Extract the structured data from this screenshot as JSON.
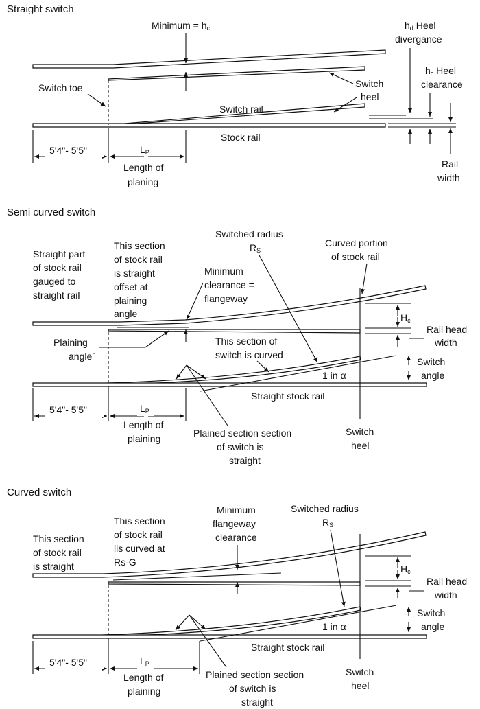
{
  "straight": {
    "title": "Straight switch",
    "minimum": "Minimum = h",
    "minimum_sub": "c",
    "hd_letter": "h",
    "hd_sub": "d",
    "hd_text": " Heel",
    "hd_text2": "divergance",
    "hc_letter": "h",
    "hc_sub": "c",
    "hc_text": " Heel",
    "hc_text2": "clearance",
    "switch_toe": "Switch toe",
    "switch_heel_1": "Switch",
    "switch_heel_2": "heel",
    "switch_rail": "Switch rail",
    "stock_rail": "Stock rail",
    "dim_left": "5'4\"- 5'5\"",
    "lp_letter": "L",
    "lp_sub": "P",
    "lp_text_1": "Length of",
    "lp_text_2": "planing",
    "rail_width_1": "Rail",
    "rail_width_2": "width"
  },
  "semi": {
    "title": "Semi curved switch",
    "straight_part_1": "Straight part",
    "straight_part_2": "of stock rail",
    "straight_part_3": "gauged to",
    "straight_part_4": "straight rail",
    "section_1": "This section",
    "section_2": "of stock rail",
    "section_3": "is straight",
    "section_4": "offset at",
    "section_5": "plaining",
    "section_6": "angle",
    "switched_radius": "Switched radius",
    "rs_letter": "R",
    "rs_sub": "S",
    "curved_portion_1": "Curved portion",
    "curved_portion_2": "of stock rail",
    "min_clear_1": "Minimum",
    "min_clear_2": "clearance =",
    "min_clear_3": "flangeway",
    "hc_letter": "H",
    "hc_sub": "c",
    "rail_head_1": "Rail head",
    "rail_head_2": "width",
    "plaining_angle_1": "Plaining",
    "plaining_angle_2": "angle`",
    "switch_curved_1": "This section of",
    "switch_curved_2": "switch is curved",
    "switch_angle_1": "Switch",
    "switch_angle_2": "angle",
    "one_in_alpha": "1 in α",
    "straight_stock_rail": "Straight stock rail",
    "dim_left": "5'4\"- 5'5\"",
    "lp_letter": "L",
    "lp_sub": "P",
    "lp_text_1": "Length of",
    "lp_text_2": "plaining",
    "plained_1": "Plained section section",
    "plained_2": "of switch is",
    "plained_3": "straight",
    "switch_heel_1": "Switch",
    "switch_heel_2": "heel"
  },
  "curved": {
    "title": "Curved switch",
    "straight_1": "This section",
    "straight_2": "of stock rail",
    "straight_3": "is straight",
    "section_1": "This section",
    "section_2": "of stock rail",
    "section_3": "lis curved at",
    "section_4": "Rs-G",
    "min_flange_1": "Minimum",
    "min_flange_2": "flangeway",
    "min_flange_3": "clearance",
    "switched_radius": "Switched radius",
    "rs_letter": "R",
    "rs_sub": "S",
    "hc_letter": "H",
    "hc_sub": "c",
    "rail_head_1": "Rail head",
    "rail_head_2": "width",
    "switch_angle_1": "Switch",
    "switch_angle_2": "angle",
    "one_in_alpha": "1 in α",
    "straight_stock_rail": "Straight stock rail",
    "dim_left": "5'4\"- 5'5\"",
    "lp_letter": "L",
    "lp_sub": "P",
    "lp_text_1": "Length of",
    "lp_text_2": "plaining",
    "plained_1": "Plained section section",
    "plained_2": "of switch is",
    "plained_3": "straight",
    "switch_heel_1": "Switch",
    "switch_heel_2": "heel"
  }
}
